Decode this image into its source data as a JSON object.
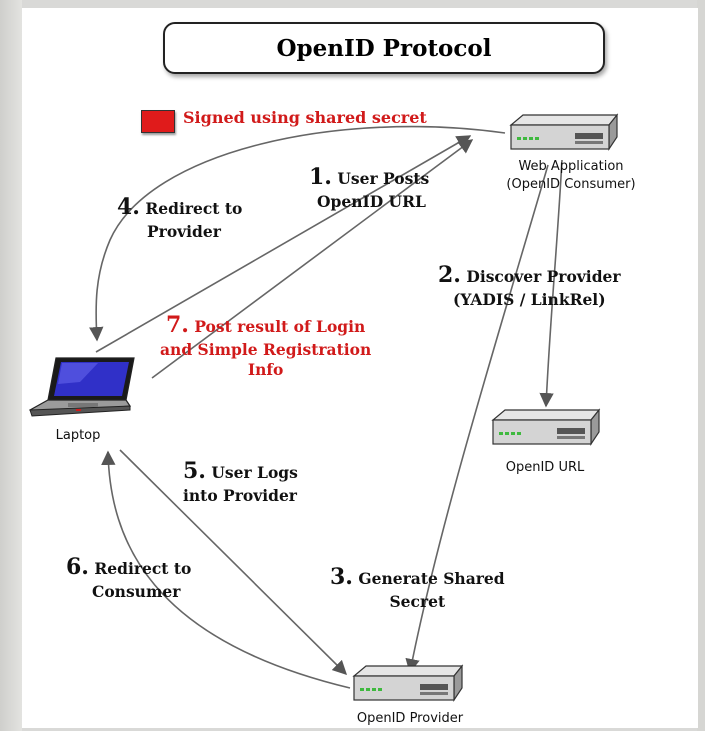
{
  "title": "OpenID Protocol",
  "legend": {
    "label": "Signed using shared secret",
    "color": "#e01b1b"
  },
  "nodes": {
    "web_app": {
      "line1": "Web Application",
      "line2": "(OpenID Consumer)"
    },
    "openid_url": {
      "label": "OpenID URL"
    },
    "provider": {
      "label": "OpenID Provider"
    },
    "laptop": {
      "label": "Laptop"
    }
  },
  "steps": [
    {
      "num": "1.",
      "line1": "User Posts",
      "line2": "OpenID URL"
    },
    {
      "num": "2.",
      "line1": "Discover Provider",
      "line2": "(YADIS / LinkRel)"
    },
    {
      "num": "3.",
      "line1": "Generate Shared",
      "line2": "Secret"
    },
    {
      "num": "4.",
      "line1": "Redirect to",
      "line2": "Provider"
    },
    {
      "num": "5.",
      "line1": "User Logs",
      "line2": "into Provider"
    },
    {
      "num": "6.",
      "line1": "Redirect to",
      "line2": "Consumer"
    },
    {
      "num": "7.",
      "line1": "Post result of Login",
      "line2": "and Simple Registration",
      "line3": "Info",
      "signed": true
    }
  ]
}
